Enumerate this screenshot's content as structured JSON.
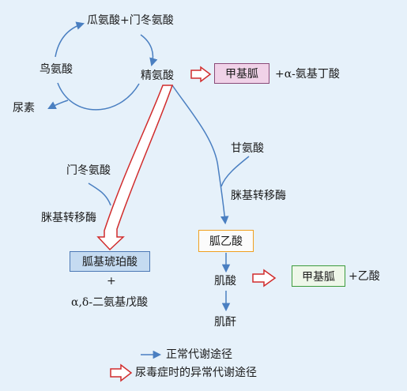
{
  "nodes": {
    "citrulline_aspartate": "瓜氨酸+门冬氨酸",
    "ornithine": "鸟氨酸",
    "urea": "尿素",
    "arginine": "精氨酸",
    "methylguanidine": "甲基胍",
    "aminobutyric": "+α-氨基丁酸",
    "glycine": "甘氨酸",
    "aspartate": "门冬氨酸",
    "transaminase_left": "脒基转移酶",
    "transaminase_right": "脒基转移酶",
    "guanidinosuccinic": "胍基琥珀酸",
    "plus": "+",
    "diaminovaleric": "α,δ-二氨基戊酸",
    "guanidinoacetic": "胍乙酸",
    "creatine": "肌酸",
    "creatinine": "肌酐",
    "methylguanidine2": "甲基胍",
    "acetic": "+乙酸"
  },
  "legend": {
    "normal": "正常代谢途径",
    "abnormal": "尿毒症时的异常代谢途径"
  },
  "colors": {
    "normal_arrow": "#4a7fc1",
    "abnormal_arrow": "#d12c2c",
    "background": "#e6f1fa"
  }
}
